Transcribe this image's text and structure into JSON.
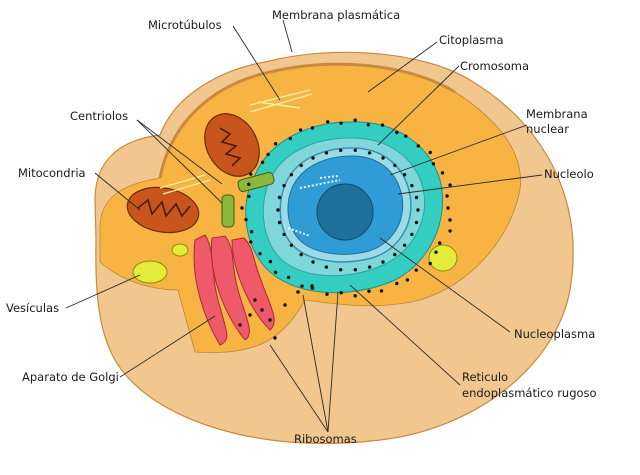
{
  "labels": {
    "microtubulos": "Microtúbulos",
    "membrana_plasmatica": "Membrana plasmática",
    "citoplasma": "Citoplasma",
    "cromosoma": "Cromosoma",
    "membrana_nuclear_1": "Membrana",
    "membrana_nuclear_2": "nuclear",
    "centriolos": "Centriolos",
    "nucleolo": "Nucleolo",
    "mitocondria": "Mitocondria",
    "vesiculas": "Vesículas",
    "nucleoplasma": "Nucleoplasma",
    "aparato_golgi": "Aparato de Golgi",
    "reticulo_1": "Reticulo",
    "reticulo_2": "endoplasmático rugoso",
    "ribosomas": "Ribosomas"
  },
  "colors": {
    "outer_cell": "#f2c68f",
    "cytoplasm": "#f7b443",
    "membrane_edge": "#c88a3c",
    "er": "#34cdc2",
    "nuclear_envelope": "#7fd7dc",
    "nucleoplasm": "#2f9cd6",
    "nucleolus": "#1f6f9c",
    "golgi": "#ef5a6a",
    "mitochondria": "#c8561c",
    "vesicle": "#e3ec3a",
    "centriole": "#8bb83a",
    "ribosome": "#111111"
  }
}
